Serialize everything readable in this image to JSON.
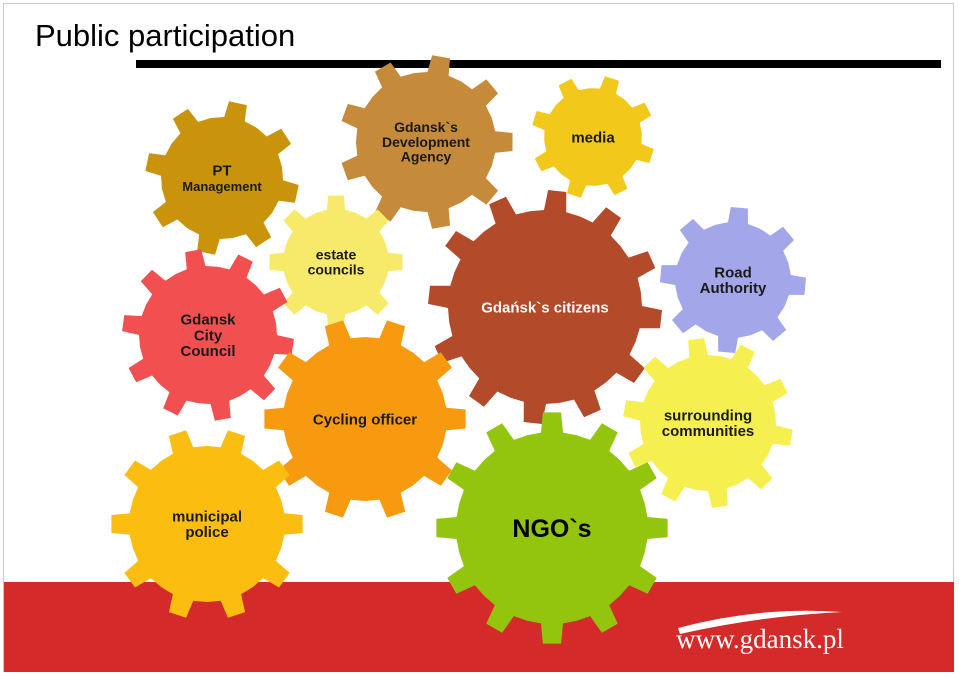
{
  "slide": {
    "title": "Public participation"
  },
  "gears": [
    {
      "id": "pt-management",
      "lines": [
        "PT",
        "Management"
      ],
      "color": "#c9940c"
    },
    {
      "id": "development-agency",
      "lines": [
        "Gdansk`s",
        "Development",
        "Agency"
      ],
      "color": "#c58a3a"
    },
    {
      "id": "media",
      "lines": [
        "media"
      ],
      "color": "#f2c81a"
    },
    {
      "id": "estate-councils",
      "lines": [
        "estate",
        "councils"
      ],
      "color": "#f7ea6a"
    },
    {
      "id": "citizens",
      "lines": [
        "Gdańsk`s citizens"
      ],
      "color": "#b34a2a"
    },
    {
      "id": "road-authority",
      "lines": [
        "Road",
        "Authority"
      ],
      "color": "#a3a6e8"
    },
    {
      "id": "city-council",
      "lines": [
        "Gdansk",
        "City",
        "Council"
      ],
      "color": "#f25050"
    },
    {
      "id": "cycling-officer",
      "lines": [
        "Cycling officer"
      ],
      "color": "#f79a10"
    },
    {
      "id": "surrounding-communities",
      "lines": [
        "surrounding",
        "communities"
      ],
      "color": "#f5f050"
    },
    {
      "id": "municipal-police",
      "lines": [
        "municipal",
        "police"
      ],
      "color": "#fbbe10"
    },
    {
      "id": "ngos",
      "lines": [
        "NGO`s"
      ],
      "color": "#93c50e"
    }
  ],
  "footer": {
    "url": "www.gdansk.pl",
    "band_color": "#d42a2a"
  }
}
